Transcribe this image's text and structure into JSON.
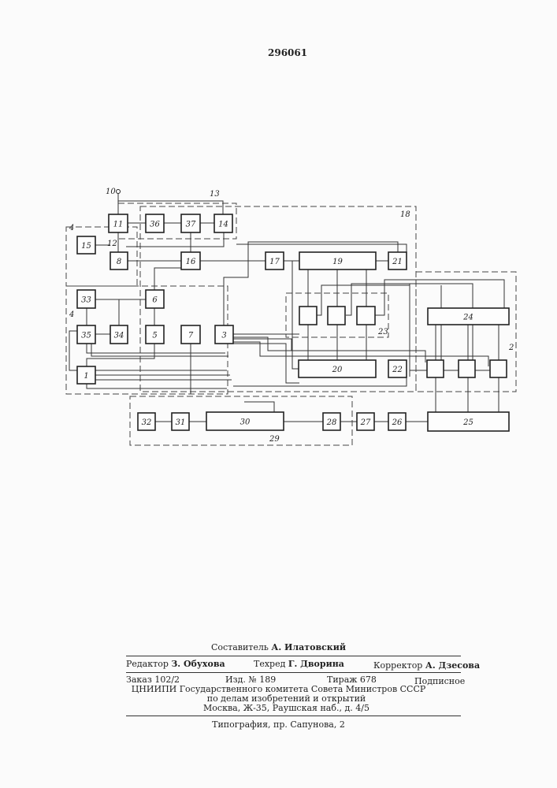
{
  "document_number": "296061",
  "diagram": {
    "blocks": [
      "1",
      "3",
      "5",
      "6",
      "7",
      "8",
      "11",
      "14",
      "15",
      "16",
      "17",
      "19",
      "20",
      "21",
      "22",
      "24",
      "25",
      "26",
      "27",
      "28",
      "30",
      "31",
      "32",
      "33",
      "34",
      "35",
      "36",
      "37"
    ],
    "group_labels": [
      "10",
      "12",
      "13",
      "18",
      "4",
      "4",
      "23",
      "2",
      "29"
    ]
  },
  "footer": {
    "compiler_label": "Составитель",
    "compiler_name": "А. Илатовский",
    "editor_label": "Редактор",
    "editor_name": "З. Обухова",
    "techred_label": "Техред",
    "techred_name": "Г. Дворина",
    "corrector_label": "Корректор",
    "corrector_name": "А. Дзесова",
    "order": "Заказ 102/2",
    "edition": "Изд. № 189",
    "circulation": "Тираж 678",
    "subscription": "Подписное",
    "org_line1": "ЦНИИПИ Государственного комитета Совета Министров СССР",
    "org_line2": "по делам изобретений и открытий",
    "org_line3": "Москва, Ж-35, Раушская наб., д. 4/5",
    "printer": "Типография, пр. Сапунова, 2"
  }
}
